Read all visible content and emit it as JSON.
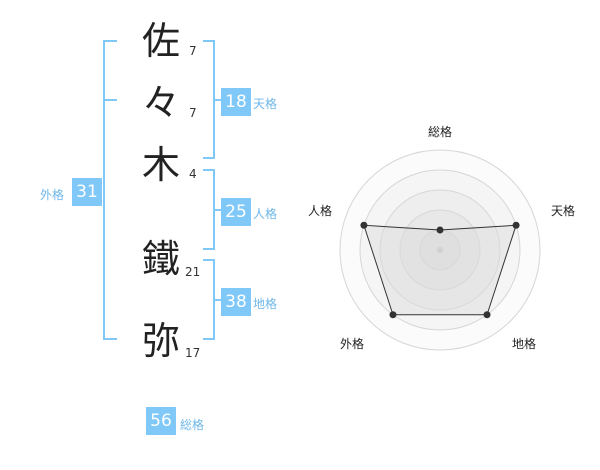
{
  "name_chars": [
    {
      "char": "佐",
      "strokes": "7"
    },
    {
      "char": "々",
      "strokes": "7"
    },
    {
      "char": "木",
      "strokes": "4"
    },
    {
      "char": "鐵",
      "strokes": "21"
    },
    {
      "char": "弥",
      "strokes": "17"
    }
  ],
  "kakusu": {
    "tenkaku": {
      "value": "18",
      "label": "天格"
    },
    "jinkaku": {
      "value": "25",
      "label": "人格"
    },
    "chikaku": {
      "value": "38",
      "label": "地格"
    },
    "gaikaku": {
      "value": "31",
      "label": "外格"
    },
    "soukaku": {
      "value": "56",
      "label": "総格"
    }
  },
  "colors": {
    "accent": "#7fc8f8",
    "bracket": "#7fc8f8",
    "text": "#222222"
  },
  "radar": {
    "axes": [
      "総格",
      "天格",
      "地格",
      "外格",
      "人格"
    ],
    "levels": 5,
    "values": [
      1,
      4,
      4,
      4,
      4
    ]
  }
}
